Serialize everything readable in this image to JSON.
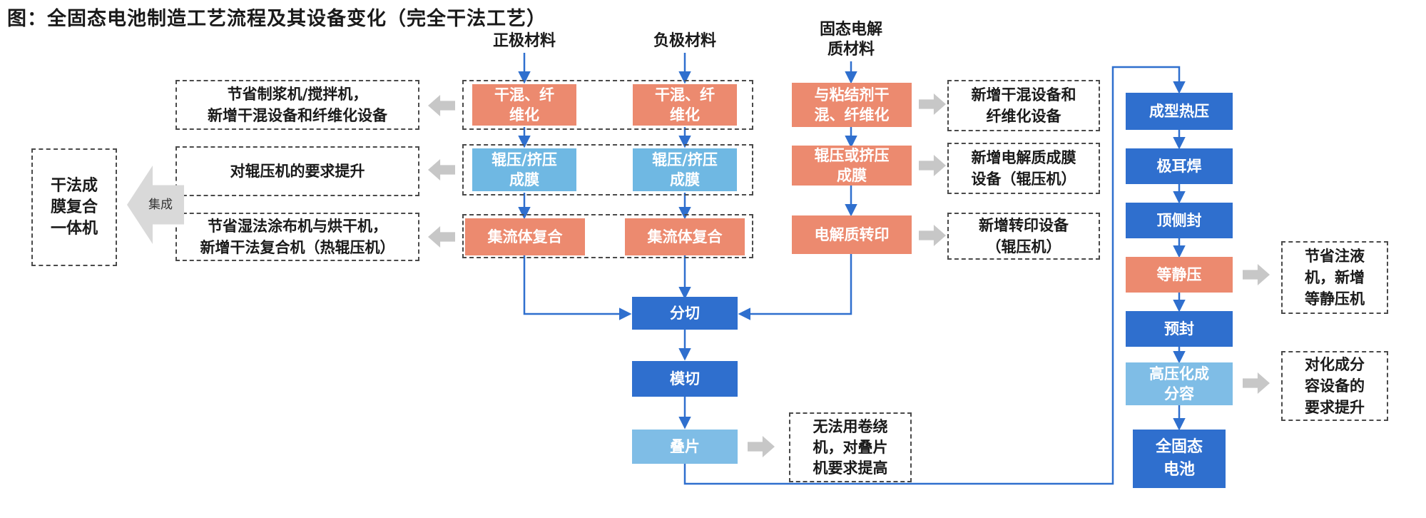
{
  "title": "图：全固态电池制造工艺流程及其设备变化（完全干法工艺）",
  "materials": {
    "cathode": "正极材料",
    "anode": "负极材料",
    "electrolyte": "固态电解\n质材料"
  },
  "cathode_steps": [
    "干混、纤\n维化",
    "辊压/挤压\n成膜",
    "集流体复合"
  ],
  "anode_steps": [
    "干混、纤\n维化",
    "辊压/挤压\n成膜",
    "集流体复合"
  ],
  "electrolyte_steps": [
    "与粘结剂干\n混、纤维化",
    "辊压或挤压\n成膜",
    "电解质转印"
  ],
  "left_notes": [
    "节省制浆机/搅拌机，\n新增干混设备和纤维化设备",
    "对辊压机的要求提升",
    "节省湿法涂布机与烘干机，\n新增干法复合机（热辊压机）"
  ],
  "right_notes": [
    "新增干混设备和\n纤维化设备",
    "新增电解质成膜\n设备（辊压机）",
    "新增转印设备\n（辊压机）"
  ],
  "integrate_label": "集成",
  "integrated_machine": "干法成\n膜复合\n一体机",
  "center_steps": [
    "分切",
    "模切",
    "叠片"
  ],
  "stack_note": "无法用卷绕\n机，对叠片\n机要求提高",
  "assembly_steps": [
    "成型热压",
    "极耳焊",
    "顶侧封",
    "等静压",
    "预封",
    "高压化成\n分容",
    "全固态\n电池"
  ],
  "assembly_notes": [
    "节省注液\n机，新增\n等静压机",
    "对化成分\n容设备的\n要求提升"
  ],
  "colors": {
    "mixing": "#ec8a6f",
    "film": "#6fb8e3",
    "process": "#2f6fce",
    "stack": "#7fbde6",
    "flow_line": "#2f6fce"
  }
}
